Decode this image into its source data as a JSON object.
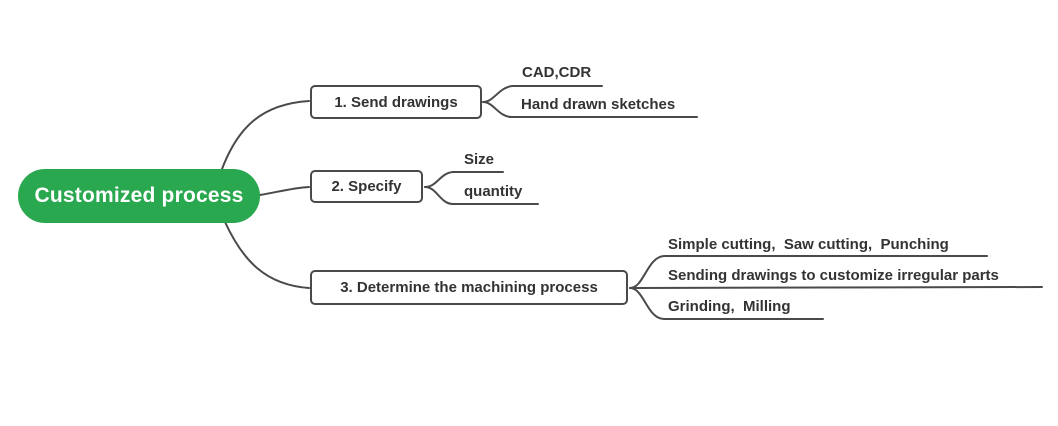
{
  "diagram": {
    "type": "mindmap",
    "root": {
      "label": "Customized process"
    },
    "branches": [
      {
        "label": "1. Send drawings",
        "children": [
          {
            "label": "CAD,CDR"
          },
          {
            "label": "Hand drawn sketches"
          }
        ]
      },
      {
        "label": "2. Specify",
        "children": [
          {
            "label": "Size"
          },
          {
            "label": "quantity"
          }
        ]
      },
      {
        "label": "3. Determine the machining process",
        "children": [
          {
            "label": "Simple cutting,  Saw cutting,  Punching"
          },
          {
            "label": "Sending drawings to customize irregular parts"
          },
          {
            "label": "Grinding,  Milling"
          }
        ]
      }
    ]
  },
  "colors": {
    "root_fill": "#2aa84f",
    "root_text": "#ffffff",
    "line": "#4a4a4a",
    "text": "#333333",
    "background": "#ffffff"
  }
}
